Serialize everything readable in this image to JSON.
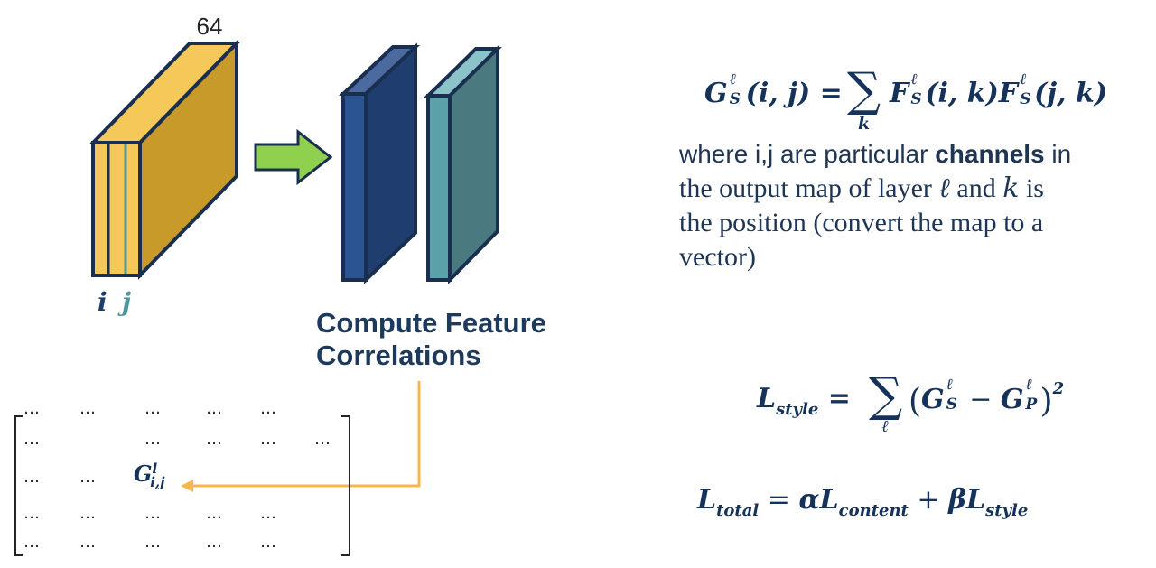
{
  "tensor": {
    "depth_label": "64",
    "label_i": "i",
    "label_j": "j"
  },
  "caption": {
    "line1": "Compute Feature",
    "line2": "Correlations"
  },
  "colors": {
    "tensor_face": "#f5c85a",
    "tensor_side": "#c79a2a",
    "blue_map": "#1f3d6e",
    "teal_map": "#4e97a0",
    "arrow_green": "#8fd14f",
    "arrow_yellow": "#f3b84c"
  },
  "gram_formula": {
    "lhs": "G",
    "lhs_sup": "ℓ",
    "lhs_sub": "S",
    "lhs_args": "(i, j) = ",
    "sum_index": "k",
    "term1": "F",
    "term1_args": "(i, k)",
    "term2": "F",
    "term2_args": "(j, k)",
    "sup": "ℓ",
    "sub": "S"
  },
  "description": {
    "part1": "where i,j are particular ",
    "bold": "channels",
    "part2": " in",
    "line2_a": "the output map of layer ",
    "ell": "ℓ",
    "line2_b": " and ",
    "k": "k",
    "line2_c": " is",
    "line3": "the position (convert the map to a",
    "line4": "vector)"
  },
  "style_loss": {
    "lhs": "L",
    "lhs_sub": "style",
    "eq": " = ",
    "sum_index": "ℓ",
    "g": "G",
    "sup": "ℓ",
    "sub_s": "S",
    "minus": " − ",
    "sub_p": "P",
    "power": "2"
  },
  "total_loss": {
    "lhs": "L",
    "lhs_sub": "total",
    "eq": " = ",
    "alpha": "α",
    "l1": "L",
    "l1_sub": "content",
    "plus": " + ",
    "beta": "β",
    "l2": "L",
    "l2_sub": "style"
  },
  "matrix": {
    "dots": "…",
    "element": "G",
    "element_sup": "l",
    "element_sub": "i,j"
  }
}
